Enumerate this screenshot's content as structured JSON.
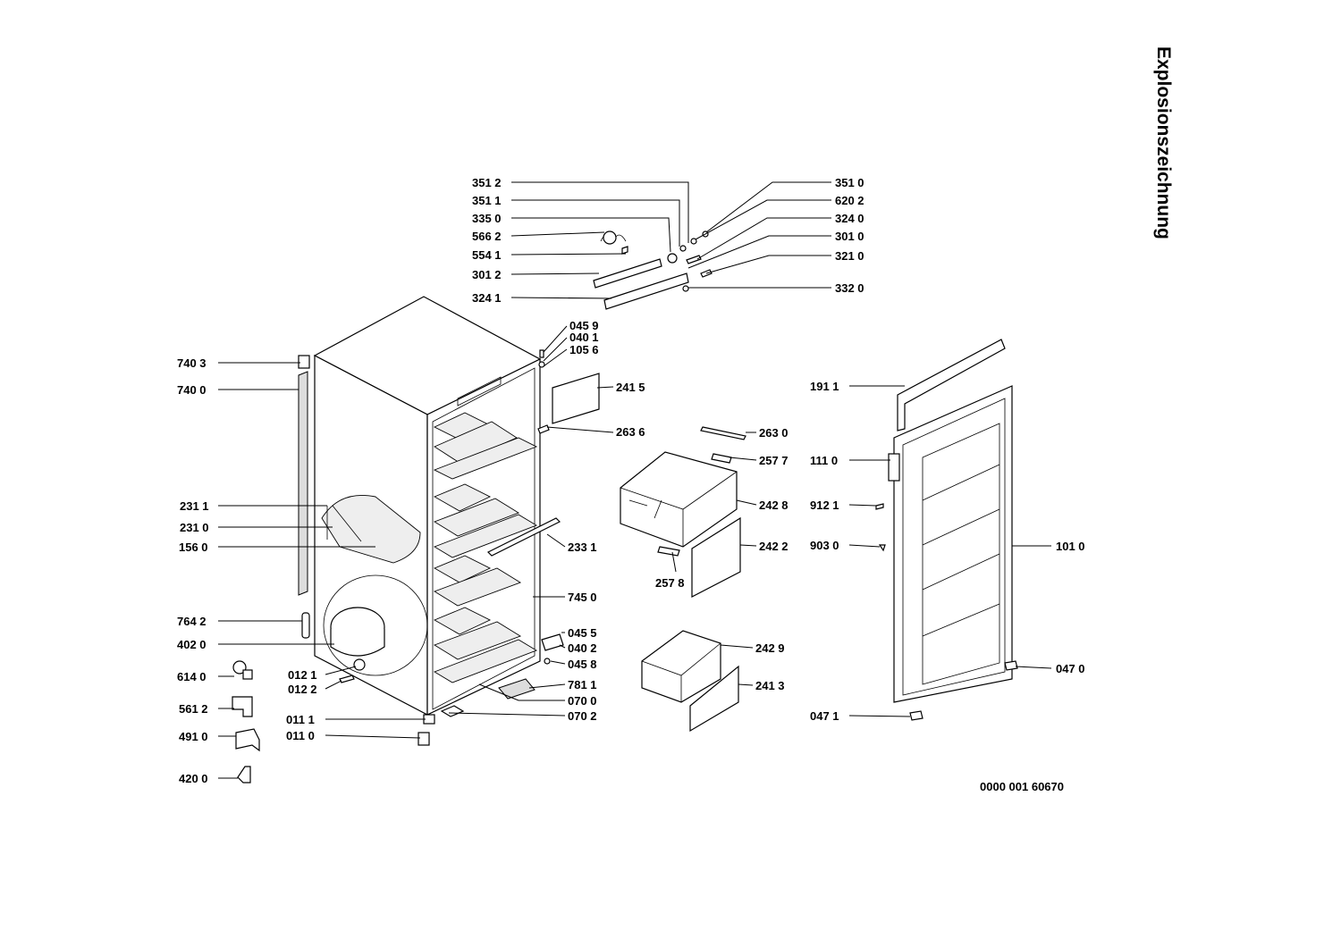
{
  "title": "Explosionszeichnung",
  "document_number": "0000 001 60670",
  "parts": [
    {
      "id": "351 2"
    },
    {
      "id": "351 1"
    },
    {
      "id": "335 0"
    },
    {
      "id": "566 2"
    },
    {
      "id": "554 1"
    },
    {
      "id": "301 2"
    },
    {
      "id": "324 1"
    },
    {
      "id": "351 0"
    },
    {
      "id": "620 2"
    },
    {
      "id": "324 0"
    },
    {
      "id": "301 0"
    },
    {
      "id": "321 0"
    },
    {
      "id": "332 0"
    },
    {
      "id": "045 9"
    },
    {
      "id": "040 1"
    },
    {
      "id": "105 6"
    },
    {
      "id": "241 5"
    },
    {
      "id": "263 6"
    },
    {
      "id": "263 0"
    },
    {
      "id": "257 7"
    },
    {
      "id": "242 8"
    },
    {
      "id": "242 2"
    },
    {
      "id": "257 8"
    },
    {
      "id": "233 1"
    },
    {
      "id": "745 0"
    },
    {
      "id": "045 5"
    },
    {
      "id": "040 2"
    },
    {
      "id": "045 8"
    },
    {
      "id": "781 1"
    },
    {
      "id": "070 0"
    },
    {
      "id": "070 2"
    },
    {
      "id": "242 9"
    },
    {
      "id": "241 3"
    },
    {
      "id": "740 3"
    },
    {
      "id": "740 0"
    },
    {
      "id": "231 1"
    },
    {
      "id": "231 0"
    },
    {
      "id": "156 0"
    },
    {
      "id": "764 2"
    },
    {
      "id": "402 0"
    },
    {
      "id": "614 0"
    },
    {
      "id": "012 1"
    },
    {
      "id": "012 2"
    },
    {
      "id": "561 2"
    },
    {
      "id": "011 1"
    },
    {
      "id": "011 0"
    },
    {
      "id": "491 0"
    },
    {
      "id": "420 0"
    },
    {
      "id": "191 1"
    },
    {
      "id": "111 0"
    },
    {
      "id": "912 1"
    },
    {
      "id": "903 0"
    },
    {
      "id": "101 0"
    },
    {
      "id": "047 0"
    },
    {
      "id": "047 1"
    }
  ]
}
